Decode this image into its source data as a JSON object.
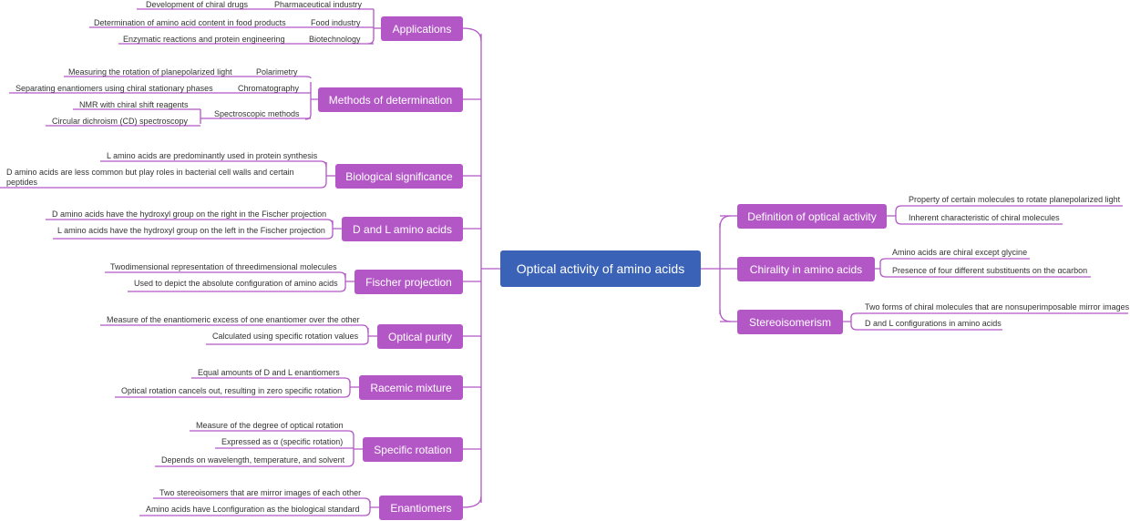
{
  "root": {
    "label": "Optical activity of amino acids"
  },
  "left_branches": [
    {
      "label": "Applications",
      "children": [
        {
          "label": "Pharmaceutical industry",
          "children": [
            "Development of chiral drugs"
          ]
        },
        {
          "label": "Food industry",
          "children": [
            "Determination of amino acid content in food products"
          ]
        },
        {
          "label": "Biotechnology",
          "children": [
            "Enzymatic reactions and protein engineering"
          ]
        }
      ]
    },
    {
      "label": "Methods of determination",
      "children": [
        {
          "label": "Polarimetry",
          "children": [
            "Measuring the rotation of planepolarized light"
          ]
        },
        {
          "label": "Chromatography",
          "children": [
            "Separating enantiomers using chiral stationary phases"
          ]
        },
        {
          "label": "Spectroscopic methods",
          "children": [
            "NMR with chiral shift reagents",
            "Circular dichroism (CD) spectroscopy"
          ]
        }
      ]
    },
    {
      "label": "Biological significance",
      "children": [
        {
          "label": "L amino acids are predominantly used in protein synthesis"
        },
        {
          "label": "D amino acids are less common but play roles in bacterial cell walls and certain peptides"
        }
      ]
    },
    {
      "label": "D and L amino acids",
      "children": [
        {
          "label": "D amino acids have the hydroxyl group on the right in the Fischer projection"
        },
        {
          "label": "L amino acids have the hydroxyl group on the left in the Fischer projection"
        }
      ]
    },
    {
      "label": "Fischer projection",
      "children": [
        {
          "label": "Twodimensional representation of threedimensional molecules"
        },
        {
          "label": "Used to depict the absolute configuration of amino acids"
        }
      ]
    },
    {
      "label": "Optical purity",
      "children": [
        {
          "label": "Measure of the enantiomeric excess of one enantiomer over the other"
        },
        {
          "label": "Calculated using specific rotation values"
        }
      ]
    },
    {
      "label": "Racemic mixture",
      "children": [
        {
          "label": "Equal amounts of D and L enantiomers"
        },
        {
          "label": "Optical rotation cancels out, resulting in zero specific rotation"
        }
      ]
    },
    {
      "label": "Specific rotation",
      "children": [
        {
          "label": "Measure of the degree of optical rotation"
        },
        {
          "label": "Expressed as α (specific rotation)"
        },
        {
          "label": "Depends on wavelength, temperature, and solvent"
        }
      ]
    },
    {
      "label": "Enantiomers",
      "children": [
        {
          "label": "Two stereoisomers that are mirror images of each other"
        },
        {
          "label": "Amino acids have Lconfiguration as the biological standard"
        }
      ]
    }
  ],
  "right_branches": [
    {
      "label": "Definition of optical activity",
      "children": [
        {
          "label": "Property of certain molecules to rotate planepolarized light"
        },
        {
          "label": "Inherent characteristic of chiral molecules"
        }
      ]
    },
    {
      "label": "Chirality in amino acids",
      "children": [
        {
          "label": "Amino acids are chiral except glycine"
        },
        {
          "label": "Presence of four different substituents on the αcarbon"
        }
      ]
    },
    {
      "label": "Stereoisomerism",
      "children": [
        {
          "label": "Two forms of chiral molecules that are nonsuperimposable mirror images"
        },
        {
          "label": "D and L configurations in amino acids"
        }
      ]
    }
  ],
  "colors": {
    "root": "#3a62b6",
    "branch": "#b357c7",
    "line": "#b357c7"
  }
}
